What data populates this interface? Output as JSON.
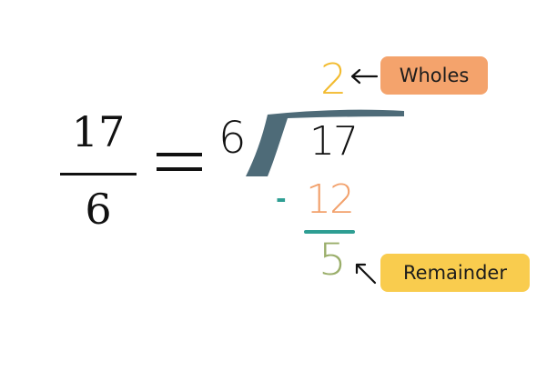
{
  "fraction": {
    "numerator": "17",
    "denominator": "6"
  },
  "equals_sign": "=",
  "long_division": {
    "divisor": "6",
    "dividend": "17",
    "quotient": "2",
    "minus": "-",
    "subtrahend": "12",
    "remainder": "5"
  },
  "labels": {
    "wholes": "Wholes",
    "remainder": "Remainder"
  },
  "colors": {
    "quotient": "#f2bb2f",
    "subtrahend": "#f2a16c",
    "minus_and_line": "#2e9e93",
    "remainder": "#9aae6a",
    "bracket": "#4e6b78",
    "wholes_badge": "#f4a36c",
    "remainder_badge": "#f9cc4e"
  }
}
